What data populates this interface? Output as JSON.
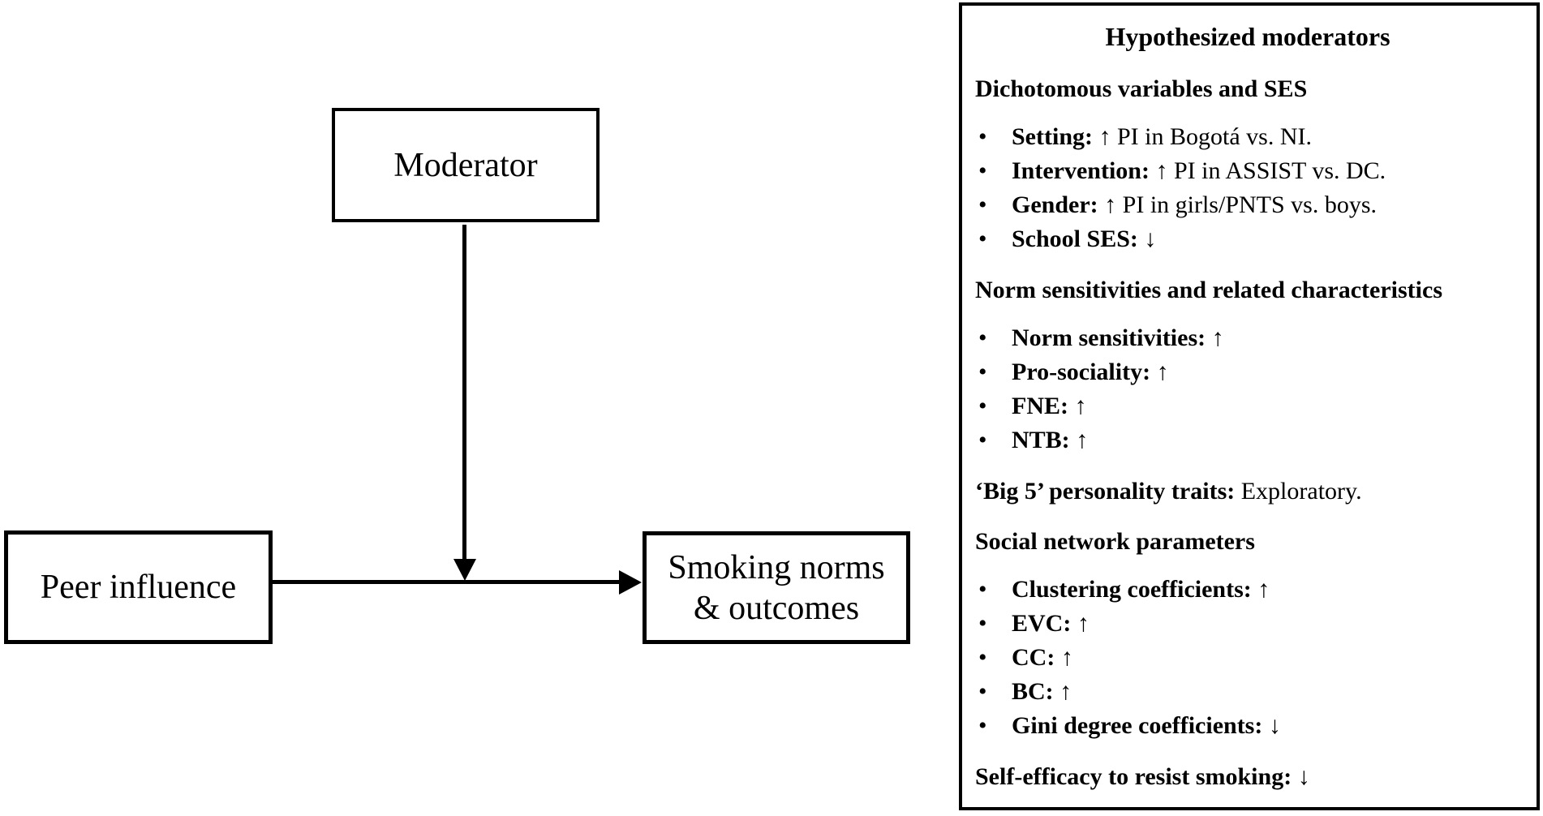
{
  "diagram": {
    "moderator_label": "Moderator",
    "peer_label": "Peer influence",
    "outcomes_label_line1": "Smoking norms",
    "outcomes_label_line2": "& outcomes",
    "line_color": "#000000",
    "background_color": "#ffffff"
  },
  "panel": {
    "title": "Hypothesized moderators",
    "bullet_icon": "•",
    "up_arrow_icon": "↑",
    "down_arrow_icon": "↓",
    "blocks": [
      {
        "type": "heading",
        "text": "Dichotomous variables and SES"
      },
      {
        "type": "bullet",
        "label": "Setting:",
        "text": "↑ PI in Bogotá vs. NI."
      },
      {
        "type": "bullet",
        "label": "Intervention:",
        "text": "↑ PI in ASSIST vs. DC."
      },
      {
        "type": "bullet",
        "label": "Gender:",
        "text": "↑ PI in girls/PNTS vs. boys."
      },
      {
        "type": "bullet",
        "label": "School SES:",
        "text": "↓"
      },
      {
        "type": "heading",
        "text": "Norm sensitivities and related characteristics"
      },
      {
        "type": "bullet",
        "label": "Norm sensitivities:",
        "text": "↑"
      },
      {
        "type": "bullet",
        "label": "Pro-sociality:",
        "text": "↑"
      },
      {
        "type": "bullet",
        "label": "FNE:",
        "text": "↑"
      },
      {
        "type": "bullet",
        "label": "NTB:",
        "text": "↑"
      },
      {
        "type": "note",
        "label": "‘Big 5’ personality traits:",
        "text": "Exploratory."
      },
      {
        "type": "heading",
        "text": "Social network parameters"
      },
      {
        "type": "bullet",
        "label": "Clustering coefficients:",
        "text": "↑"
      },
      {
        "type": "bullet",
        "label": "EVC:",
        "text": "↑"
      },
      {
        "type": "bullet",
        "label": "CC:",
        "text": "↑"
      },
      {
        "type": "bullet",
        "label": "BC:",
        "text": "↑"
      },
      {
        "type": "bullet",
        "label": "Gini degree coefficients:",
        "text": "↓"
      },
      {
        "type": "note",
        "label": "Self-efficacy to resist smoking:",
        "text": "↓"
      }
    ]
  }
}
